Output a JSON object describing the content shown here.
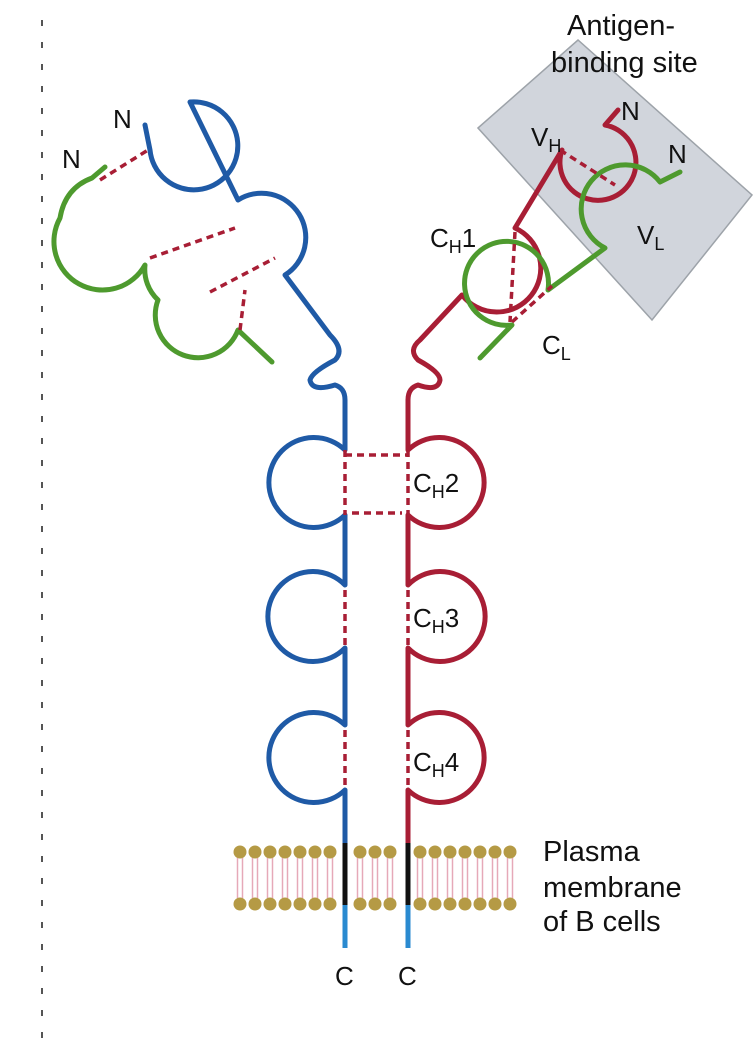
{
  "colors": {
    "heavy_chain_left": "#1f5aa6",
    "heavy_chain_right": "#a81e35",
    "light_chain": "#4e9a2e",
    "disulfide": "#a81e35",
    "antigen_box": "#c9ced6",
    "lipid_head": "#b59a45",
    "lipid_tail": "#e6a9b8",
    "membrane_anchor": "#111111",
    "c_terminal_tail": "#2a8ad0"
  },
  "labels": {
    "antigen_site_line1": "Antigen-",
    "antigen_site_line2": "binding site",
    "n_term": "N",
    "c_term": "C",
    "vh": {
      "main": "V",
      "sub": "H"
    },
    "vl": {
      "main": "V",
      "sub": "L"
    },
    "cl": {
      "main": "C",
      "sub": "L"
    },
    "ch1": {
      "main": "C",
      "sub": "H",
      "tail": "1"
    },
    "ch2": {
      "main": "C",
      "sub": "H",
      "tail": "2"
    },
    "ch3": {
      "main": "C",
      "sub": "H",
      "tail": "3"
    },
    "ch4": {
      "main": "C",
      "sub": "H",
      "tail": "4"
    },
    "membrane_line1": "Plasma",
    "membrane_line2": "membrane",
    "membrane_line3": "of B cells"
  },
  "icons": {
    "membrane": "lipid-bilayer-icon"
  }
}
